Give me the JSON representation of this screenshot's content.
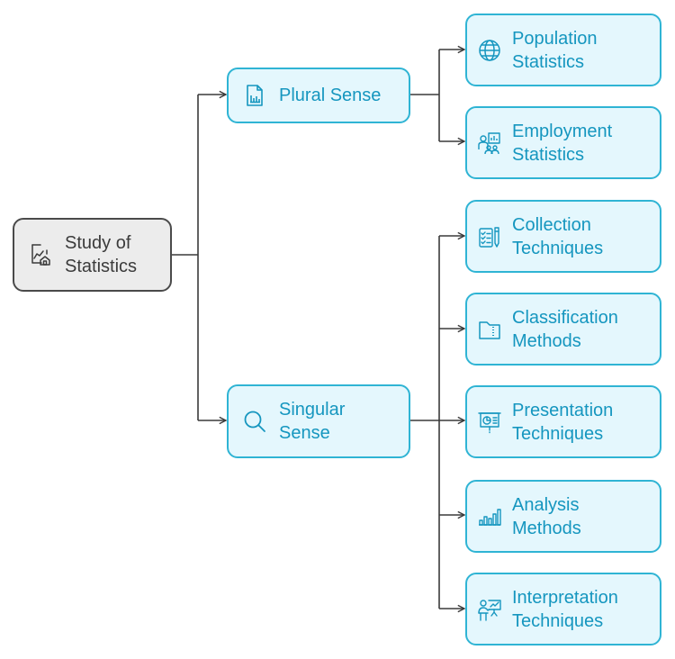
{
  "colors": {
    "accent_border": "#2fb4d4",
    "accent_fill": "#e4f7fd",
    "accent_text": "#1596bf",
    "root_border": "#4a4a4a",
    "root_fill": "#ececec",
    "connector": "#3a3a3a"
  },
  "root": {
    "lines": [
      "Study of",
      "Statistics"
    ],
    "icon": "chart-house-icon"
  },
  "branches": {
    "plural": {
      "lines": [
        "Plural Sense"
      ],
      "icon": "bar-chart-document-icon",
      "children": [
        {
          "lines": [
            "Population",
            "Statistics"
          ],
          "icon": "globe-icon"
        },
        {
          "lines": [
            "Employment",
            "Statistics"
          ],
          "icon": "workers-chart-icon"
        }
      ]
    },
    "singular": {
      "lines": [
        "Singular",
        "Sense"
      ],
      "icon": "magnifier-icon",
      "children": [
        {
          "lines": [
            "Collection",
            "Techniques"
          ],
          "icon": "checklist-pen-icon"
        },
        {
          "lines": [
            "Classification",
            "Methods"
          ],
          "icon": "folder-zipper-icon"
        },
        {
          "lines": [
            "Presentation",
            "Techniques"
          ],
          "icon": "presentation-board-icon"
        },
        {
          "lines": [
            "Analysis",
            "Methods"
          ],
          "icon": "bar-chart-icon"
        },
        {
          "lines": [
            "Interpretation",
            "Techniques"
          ],
          "icon": "presenter-chart-icon"
        }
      ]
    }
  }
}
